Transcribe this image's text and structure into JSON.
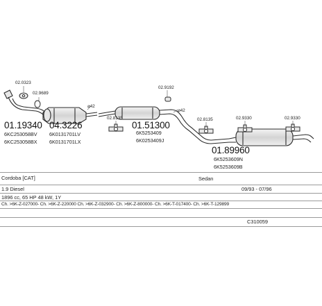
{
  "parts": [
    {
      "code": "02.0323"
    },
    {
      "code": "02.9689"
    },
    {
      "code": "02.9192"
    },
    {
      "code": "02.8135"
    },
    {
      "code": "02.8135"
    },
    {
      "code": "02.9330"
    },
    {
      "code": "02.9330"
    }
  ],
  "diameters": [
    "⌀42",
    "⌀42"
  ],
  "assemblies": [
    {
      "number": "01.19340",
      "oem": [
        "6KC253058BV",
        "6KC253058BX"
      ]
    },
    {
      "number": "04.3226",
      "oem": [
        "6K0131701LV",
        "6K0131701LX"
      ]
    },
    {
      "number": "01.51300",
      "oem": [
        "6K5253409",
        "6K0253409J"
      ]
    },
    {
      "number": "01.89960",
      "oem": [
        "6K5253609N",
        "6K5253609B"
      ]
    }
  ],
  "info": {
    "model": "Cordoba [CAT]",
    "body": "Sedan",
    "engine": "1.9 Diesel",
    "years": "09/93 - 07/96",
    "spec": "1896 cc, 65 HP 48 kW, 1Y",
    "chassis": "Ch. >6K-Z-027000- Ch. >6K-Z-220000 Ch. >6K-Z-032900- Ch. >6K-Z-800000- Ch. >6K-T-017400- Ch. >6K-T-129899",
    "ref": "C310059"
  },
  "colors": {
    "line": "#2b2b2b",
    "part_fill": "#e8e8e8",
    "rule": "#9a9a9a"
  }
}
